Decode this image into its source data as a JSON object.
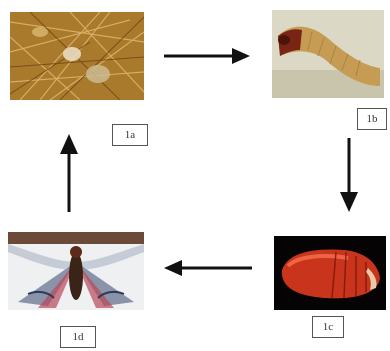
{
  "panels": {
    "a": {
      "label": "1a",
      "depicts": "egg-on-grain"
    },
    "b": {
      "label": "1b",
      "depicts": "larva"
    },
    "c": {
      "label": "1c",
      "depicts": "pupa"
    },
    "d": {
      "label": "1d",
      "depicts": "adult-moth"
    }
  },
  "colors": {
    "arrow": "#111111",
    "label_border": "#555555"
  }
}
